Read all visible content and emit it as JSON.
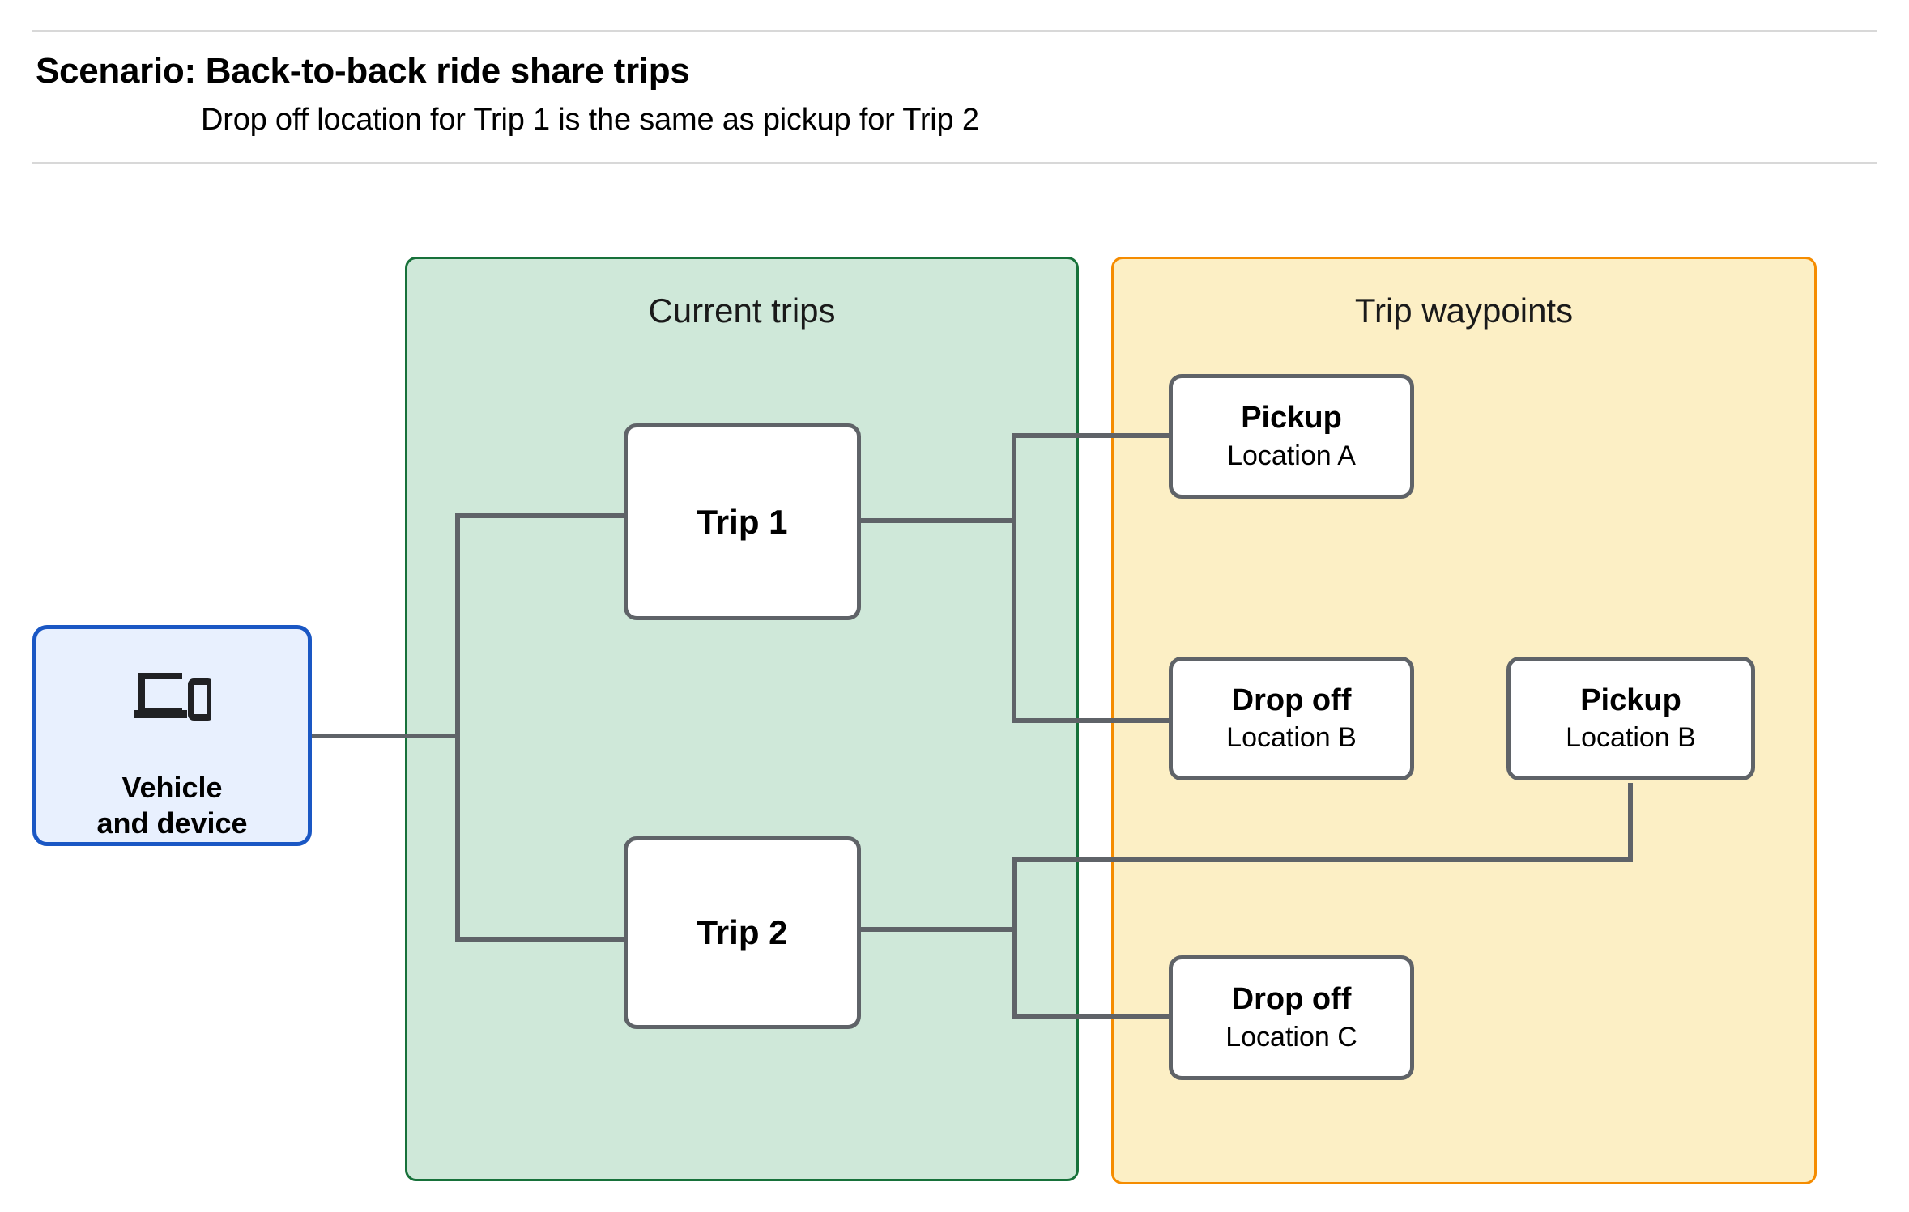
{
  "header": {
    "title": "Scenario: Back-to-back ride share trips",
    "subtitle": "Drop off  location for Trip 1 is the same as pickup for Trip 2"
  },
  "groups": {
    "current_trips": {
      "title": "Current trips",
      "fill": "#cfe8d9",
      "border": "#17713a"
    },
    "trip_waypoints": {
      "title": "Trip waypoints",
      "fill": "#fcefc5",
      "border": "#f58c00"
    }
  },
  "nodes": {
    "vehicle": {
      "icon": "devices-icon",
      "line1": "Vehicle",
      "line2": "and device",
      "fill": "#e8f0fe",
      "border": "#1a57c4"
    },
    "trip1": {
      "label": "Trip 1"
    },
    "trip2": {
      "label": "Trip 2"
    },
    "pickup_a": {
      "title": "Pickup",
      "subtitle": "Location A"
    },
    "dropoff_b": {
      "title": "Drop off",
      "subtitle": "Location B"
    },
    "pickup_b": {
      "title": "Pickup",
      "subtitle": "Location B"
    },
    "dropoff_c": {
      "title": "Drop off",
      "subtitle": "Location C"
    }
  },
  "edges": {
    "stroke": "#5f6368",
    "connections": [
      {
        "from": "vehicle",
        "to": "trip1"
      },
      {
        "from": "vehicle",
        "to": "trip2"
      },
      {
        "from": "trip1",
        "to": "pickup_a"
      },
      {
        "from": "trip1",
        "to": "dropoff_b"
      },
      {
        "from": "trip2",
        "to": "pickup_b"
      },
      {
        "from": "trip2",
        "to": "dropoff_c"
      }
    ]
  }
}
